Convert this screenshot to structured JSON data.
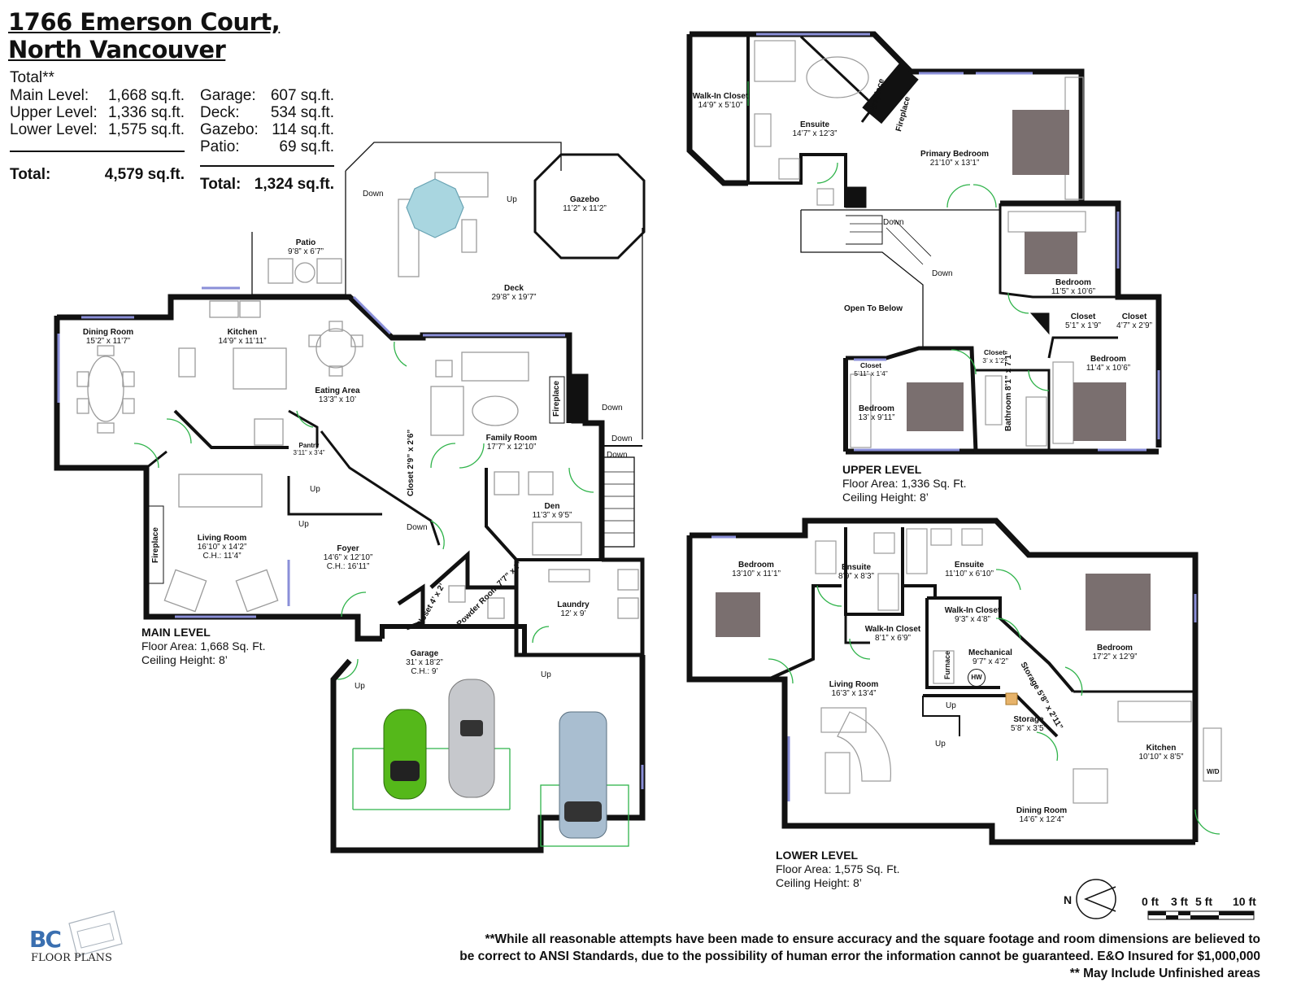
{
  "header": {
    "address_line1": "1766 Emerson Court,",
    "address_line2": "North Vancouver"
  },
  "summary_left": {
    "heading": "Total**",
    "rows": [
      {
        "label": "Main Level:",
        "value": "1,668 sq.ft."
      },
      {
        "label": "Upper Level:",
        "value": "1,336 sq.ft."
      },
      {
        "label": "Lower Level:",
        "value": "1,575 sq.ft."
      }
    ],
    "total_label": "Total:",
    "total_value": "4,579 sq.ft."
  },
  "summary_right": {
    "rows": [
      {
        "label": "Garage:",
        "value": "607 sq.ft."
      },
      {
        "label": "Deck:",
        "value": "534 sq.ft."
      },
      {
        "label": "Gazebo:",
        "value": "114 sq.ft."
      },
      {
        "label": "Patio:",
        "value": "69 sq.ft."
      }
    ],
    "total_label": "Total:",
    "total_value": "1,324 sq.ft."
  },
  "main_level": {
    "title": "MAIN LEVEL",
    "area": "Floor Area: 1,668 Sq. Ft.",
    "ceiling": "Ceiling Height: 8’",
    "rooms": {
      "dining": {
        "name": "Dining Room",
        "dim": "15’2” x 11’7”"
      },
      "kitchen": {
        "name": "Kitchen",
        "dim": "14’9” x 11’11”"
      },
      "eating": {
        "name": "Eating Area",
        "dim": "13’3” x 10’"
      },
      "patio": {
        "name": "Patio",
        "dim": "9’8” x 6’7”"
      },
      "deck": {
        "name": "Deck",
        "dim": "29’8” x 19’7”"
      },
      "gazebo": {
        "name": "Gazebo",
        "dim": "11’2” x 11’2”"
      },
      "family": {
        "name": "Family Room",
        "dim": "17’7” x 12’10”"
      },
      "den": {
        "name": "Den",
        "dim": "11’3” x 9’5”"
      },
      "living": {
        "name": "Living Room",
        "dim": "16’10” x 14’2”",
        "ch": "C.H.: 11’4”"
      },
      "foyer": {
        "name": "Foyer",
        "dim": "14’6” x 12’10”",
        "ch": "C.H.: 16’11”"
      },
      "pantry": {
        "name": "Pantry",
        "dim": "3’11” x 3’4”"
      },
      "laundry": {
        "name": "Laundry",
        "dim": "12’ x 9’"
      },
      "garage": {
        "name": "Garage",
        "dim": "31’ x 18’2”",
        "ch": "C.H.: 9’"
      },
      "closet_vert": "Closet 2’9” x 2’6”",
      "closet_small": "Closet 4’ x 2’",
      "powder": "Powder Room 7’7” x 7’",
      "fireplace1": "Fireplace",
      "fireplace2": "Fireplace"
    },
    "notes": {
      "down1": "Down",
      "up1": "Up",
      "down2": "Down",
      "down3": "Down",
      "down4": "Down",
      "up2": "Up",
      "up3": "Up",
      "down5": "Down",
      "up4": "Up",
      "up5": "Up"
    }
  },
  "upper_level": {
    "title": "UPPER LEVEL",
    "area": "Floor Area: 1,336 Sq. Ft.",
    "ceiling": "Ceiling Height: 8’",
    "rooms": {
      "walkin": {
        "name": "Walk-In Closet",
        "dim": "14’9” x 5’10”"
      },
      "ensuite": {
        "name": "Ensuite",
        "dim": "14’7” x 12’3”"
      },
      "primary": {
        "name": "Primary Bedroom",
        "dim": "21’10” x 13’1”"
      },
      "bed2": {
        "name": "Bedroom",
        "dim": "11’5” x 10’6”"
      },
      "closet_a": {
        "name": "Closet",
        "dim": "5’1” x 1’9”"
      },
      "closet_b": {
        "name": "Closet",
        "dim": "4’7” x 2’9”"
      },
      "bed3": {
        "name": "Bedroom",
        "dim": "11’4” x 10’6”"
      },
      "closet_c": {
        "name": "Closet",
        "dim": "3’ x 1’2”"
      },
      "closet_d": {
        "name": "Closet",
        "dim": "5’11” x 1’4”"
      },
      "bed4": {
        "name": "Bedroom",
        "dim": "13’ x 9’11”"
      },
      "bath": "Bathroom 8’1” x 7’1”",
      "open": "Open To Below",
      "fp1": "Fireplace",
      "fp2": "Fireplace"
    },
    "notes": {
      "down1": "Down",
      "down2": "Down"
    }
  },
  "lower_level": {
    "title": "LOWER LEVEL",
    "area": "Floor Area: 1,575 Sq. Ft.",
    "ceiling": "Ceiling Height: 8’",
    "rooms": {
      "bed1": {
        "name": "Bedroom",
        "dim": "13’10” x 11’1”"
      },
      "ens1": {
        "name": "Ensuite",
        "dim": "8’9” x 8’3”"
      },
      "ens2": {
        "name": "Ensuite",
        "dim": "11’10” x 6’10”"
      },
      "bed2": {
        "name": "Bedroom",
        "dim": "17’2” x 12’9”"
      },
      "wic1": {
        "name": "Walk-In Closet",
        "dim": "9’3” x 4’8”"
      },
      "wic2": {
        "name": "Walk-In Closet",
        "dim": "8’1” x 6’9”"
      },
      "mech": {
        "name": "Mechanical",
        "dim": "9’7” x 4’2”"
      },
      "living": {
        "name": "Living Room",
        "dim": "16’3” x 13’4”"
      },
      "storage1": {
        "name": "Storage",
        "dim": "5’8” x 3’5”"
      },
      "storage2": "Storage 5’8” x 2’11”",
      "kitchen": {
        "name": "Kitchen",
        "dim": "10’10” x 8’5”"
      },
      "dining": {
        "name": "Dining Room",
        "dim": "14’6” x 12’4”"
      },
      "furnace": "Furnace",
      "hw": "HW",
      "wd": "W/D"
    },
    "notes": {
      "up1": "Up",
      "up2": "Up"
    }
  },
  "scale": {
    "l0": "0 ft",
    "l3": "3 ft",
    "l5": "5 ft",
    "l10": "10 ft",
    "north": "N"
  },
  "logo": {
    "mark": "BC",
    "text": "FLOOR PLANS"
  },
  "disclaimer": {
    "line1": "**While all reasonable attempts have been made to ensure accuracy and the square footage and room dimensions are believed to",
    "line2": "be correct to ANSI Standards, due to the possibility of human error the information cannot be guaranteed. E&O Insured for $1,000,000",
    "line3": "** May Include Unfinished areas"
  },
  "colors": {
    "wall": "#111111",
    "door": "#2fb34a",
    "window": "#8a8fd8",
    "furniture": "#9b9b9b",
    "bed": "#7a6f6f",
    "umbrella": "#a9d6e0",
    "car_green": "#55b81a",
    "car_silver": "#c6c8cc",
    "car_blue": "#a9bed0"
  }
}
